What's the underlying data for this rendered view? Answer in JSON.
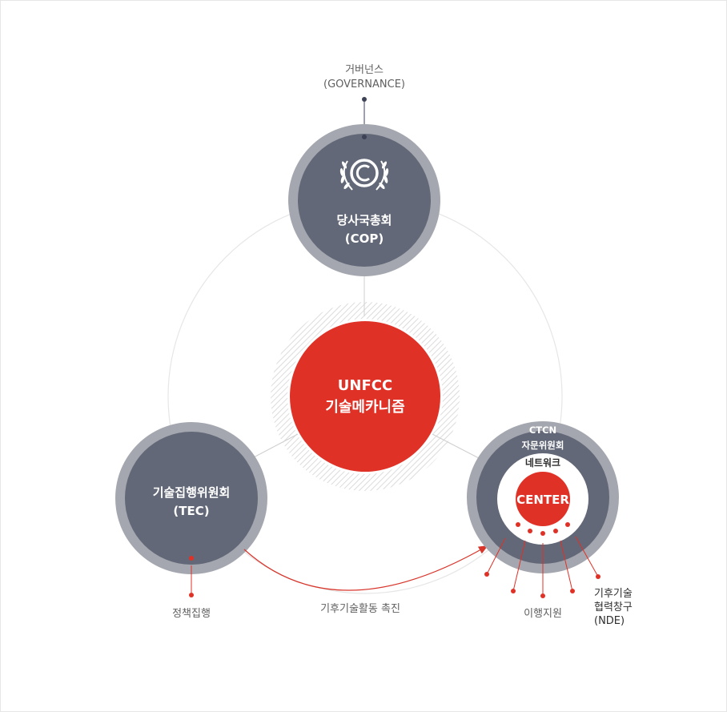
{
  "colors": {
    "node_fill": "#626877",
    "node_ring": "#a4a7af",
    "accent_red": "#e03127",
    "orbit": "#e6e6e6",
    "connector": "#cfcfcf",
    "hatch": "#d6d6d6"
  },
  "governance": {
    "line1": "거버넌스",
    "line2": "(GOVERNANCE)"
  },
  "cop": {
    "icon": "unfccc-laurel-logo",
    "line1": "당사국총회",
    "line2": "(COP)"
  },
  "center": {
    "line1": "UNFCC",
    "line2": "기술메카니즘"
  },
  "tec": {
    "line1": "기술집행위원회",
    "line2": "(TEC)"
  },
  "ctcn": {
    "outer_label": "CTCN",
    "ring_label": "자문위원회",
    "network_label": "네트워크",
    "core_label": "CENTER"
  },
  "labels": {
    "policy": "정책집행",
    "promotion": "기후기술활동 촉진",
    "implementation": "이행지원",
    "nde_line1": "기후기술",
    "nde_line2": "협력창구",
    "nde_line3": "(NDE)"
  }
}
